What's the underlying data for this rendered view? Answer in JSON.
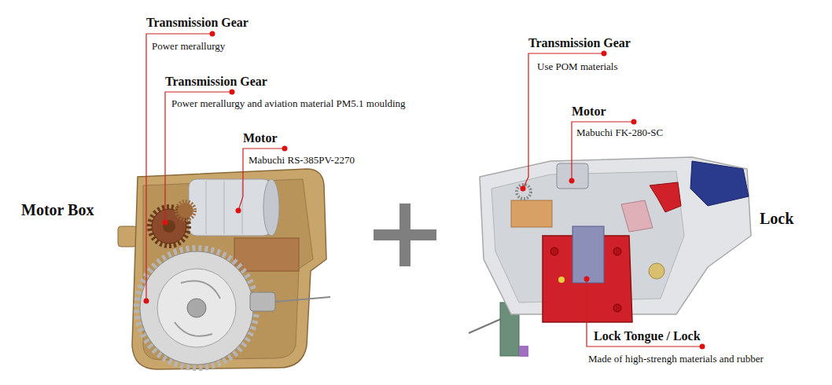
{
  "diagram": {
    "labels": [
      "Transmission Gear",
      "Power merallurgy",
      "Transmission Gear",
      "Power merallurgy and aviation material PM5.1 moulding",
      "Motor",
      "Mabuchi RS-385PV-2270",
      "Motor Box",
      "Transmission Gear",
      "Use POM materials",
      "Motor",
      "Mabuchi FK-280-SC",
      "Lock",
      "Lock Tongue / Lock",
      "Made of high-strengh materials and rubber"
    ]
  }
}
